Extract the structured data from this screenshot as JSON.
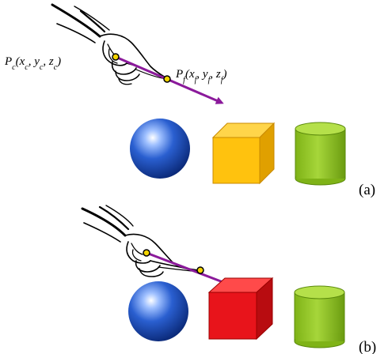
{
  "panels": [
    {
      "label": "(a)",
      "pc_label": "P_c(x_c, y_c, z_c)",
      "pf_label": "P_f(x_f, y_f, z_f)",
      "selected_object": "none",
      "objects": [
        {
          "name": "sphere",
          "color": "#1f4fbf"
        },
        {
          "name": "cube",
          "color": "#ffc20e"
        },
        {
          "name": "cylinder",
          "color": "#8fc31f"
        }
      ]
    },
    {
      "label": "(b)",
      "selected_object": "cube",
      "objects": [
        {
          "name": "sphere",
          "color": "#1f4fbf"
        },
        {
          "name": "cube",
          "color": "#e8141b"
        },
        {
          "name": "cylinder",
          "color": "#8fc31f"
        }
      ]
    }
  ],
  "colors": {
    "ray": "#8b1a9b",
    "point_fill": "#f3d400",
    "outline": "#000000"
  }
}
